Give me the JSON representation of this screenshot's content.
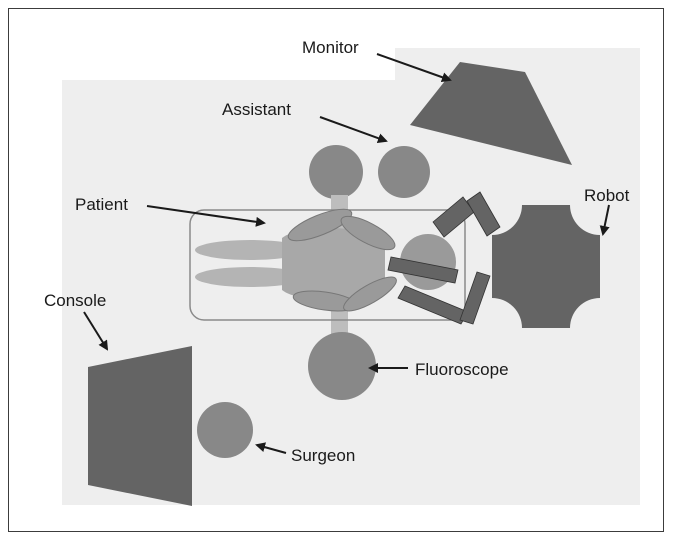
{
  "diagram": {
    "labels": {
      "monitor": "Monitor",
      "assistant": "Assistant",
      "patient": "Patient",
      "robot": "Robot",
      "console": "Console",
      "fluoroscope": "Fluoroscope",
      "surgeon": "Surgeon"
    },
    "colors": {
      "background_field": "#eeeeee",
      "equipment_dark": "#646464",
      "person_mid": "#888888",
      "patient_light": "#a8a8a8",
      "table_outline": "#8a8a8a",
      "arrow": "#1a1a1a"
    }
  }
}
